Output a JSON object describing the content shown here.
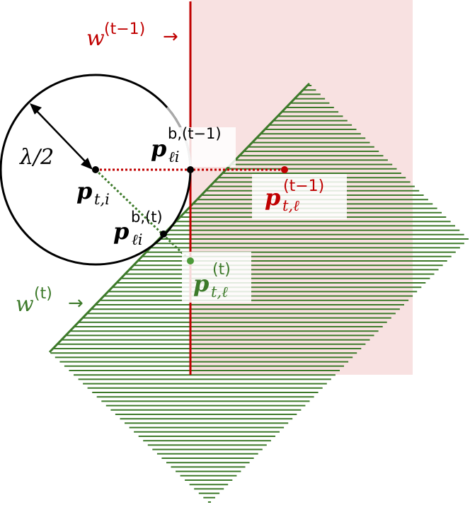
{
  "colors": {
    "red": "#c00000",
    "red_fill": "#f8e1e1",
    "green": "#3d7a2a",
    "green_point": "#4c9a38",
    "black": "#000000",
    "label_bg": "#ffffff",
    "arc_grey": "#aaaaaa"
  },
  "labels": {
    "w_prev": {
      "base": "w",
      "sup": "(t−1)",
      "arrow": "→"
    },
    "w_curr": {
      "base": "w",
      "sup": "(t)",
      "arrow": "→"
    },
    "radius": "λ/2",
    "p_ti": {
      "base": "p",
      "sub": "t,i"
    },
    "p_b_prev": {
      "base": "p",
      "sub": "ℓi",
      "sup": "b,(t−1)"
    },
    "p_b_curr": {
      "base": "p",
      "sub": "ℓi",
      "sup": "b,(t)"
    },
    "p_tl_prev": {
      "base": "p",
      "sub": "t,ℓ",
      "sup": "(t−1)"
    },
    "p_tl_curr": {
      "base": "p",
      "sub": "t,ℓ",
      "sup": "(t)"
    }
  }
}
